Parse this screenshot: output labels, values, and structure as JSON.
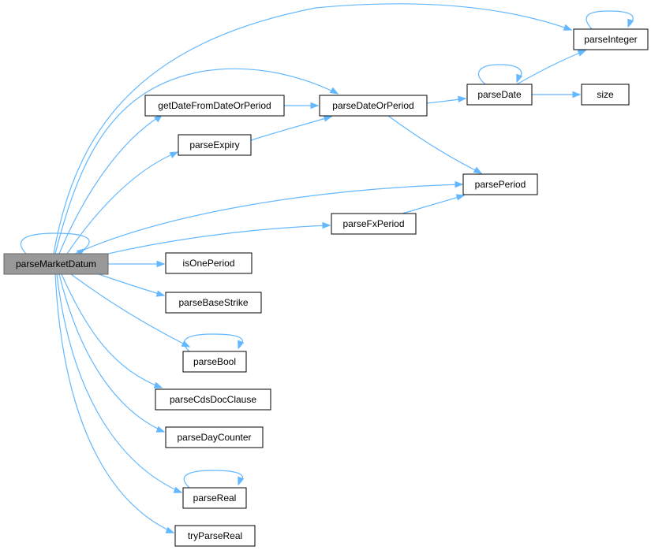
{
  "graph": {
    "nodes": [
      {
        "id": "parseMarketDatum",
        "label": "parseMarketDatum",
        "root": true
      },
      {
        "id": "parseInteger",
        "label": "parseInteger"
      },
      {
        "id": "getDateFromDateOrPeriod",
        "label": "getDateFromDateOrPeriod"
      },
      {
        "id": "parseDateOrPeriod",
        "label": "parseDateOrPeriod"
      },
      {
        "id": "parseDate",
        "label": "parseDate"
      },
      {
        "id": "size",
        "label": "size"
      },
      {
        "id": "parseExpiry",
        "label": "parseExpiry"
      },
      {
        "id": "parsePeriod",
        "label": "parsePeriod"
      },
      {
        "id": "parseFxPeriod",
        "label": "parseFxPeriod"
      },
      {
        "id": "isOnePeriod",
        "label": "isOnePeriod"
      },
      {
        "id": "parseBaseStrike",
        "label": "parseBaseStrike"
      },
      {
        "id": "parseBool",
        "label": "parseBool"
      },
      {
        "id": "parseCdsDocClause",
        "label": "parseCdsDocClause"
      },
      {
        "id": "parseDayCounter",
        "label": "parseDayCounter"
      },
      {
        "id": "parseReal",
        "label": "parseReal"
      },
      {
        "id": "tryParseReal",
        "label": "tryParseReal"
      }
    ],
    "edges": [
      {
        "from": "parseMarketDatum",
        "to": "parseMarketDatum"
      },
      {
        "from": "parseMarketDatum",
        "to": "parseInteger"
      },
      {
        "from": "parseMarketDatum",
        "to": "parseDateOrPeriod"
      },
      {
        "from": "parseMarketDatum",
        "to": "getDateFromDateOrPeriod"
      },
      {
        "from": "parseMarketDatum",
        "to": "parseExpiry"
      },
      {
        "from": "parseMarketDatum",
        "to": "parsePeriod"
      },
      {
        "from": "parseMarketDatum",
        "to": "parseFxPeriod"
      },
      {
        "from": "parseMarketDatum",
        "to": "isOnePeriod"
      },
      {
        "from": "parseMarketDatum",
        "to": "parseBaseStrike"
      },
      {
        "from": "parseMarketDatum",
        "to": "parseBool"
      },
      {
        "from": "parseMarketDatum",
        "to": "parseCdsDocClause"
      },
      {
        "from": "parseMarketDatum",
        "to": "parseDayCounter"
      },
      {
        "from": "parseMarketDatum",
        "to": "parseReal"
      },
      {
        "from": "parseMarketDatum",
        "to": "tryParseReal"
      },
      {
        "from": "getDateFromDateOrPeriod",
        "to": "parseDateOrPeriod"
      },
      {
        "from": "parseExpiry",
        "to": "parseDateOrPeriod"
      },
      {
        "from": "parseDateOrPeriod",
        "to": "parseDate"
      },
      {
        "from": "parseDateOrPeriod",
        "to": "parsePeriod"
      },
      {
        "from": "parseDate",
        "to": "parseDate"
      },
      {
        "from": "parseDate",
        "to": "parseInteger"
      },
      {
        "from": "parseDate",
        "to": "size"
      },
      {
        "from": "parseInteger",
        "to": "parseInteger"
      },
      {
        "from": "parseFxPeriod",
        "to": "parsePeriod"
      },
      {
        "from": "parseBool",
        "to": "parseBool"
      },
      {
        "from": "parseReal",
        "to": "parseReal"
      }
    ]
  },
  "colors": {
    "edge": "#63b8ff",
    "root_fill": "#999999",
    "node_fill": "#ffffff",
    "node_border": "#000000"
  }
}
